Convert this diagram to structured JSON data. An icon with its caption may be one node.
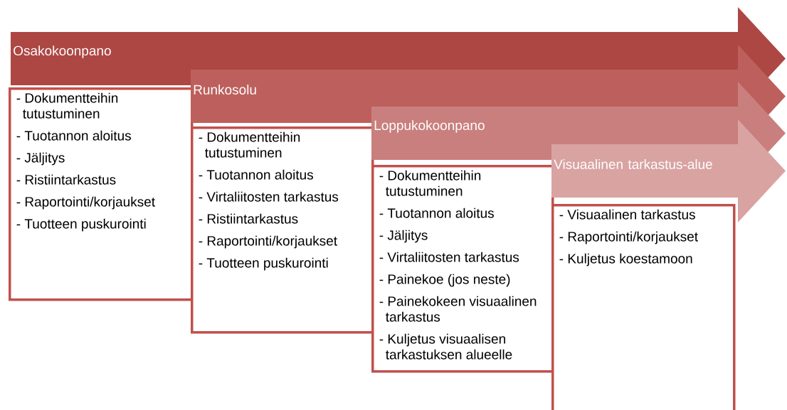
{
  "diagram": {
    "nodes": [
      {
        "text": [
          "Osakokoonpano"
        ]
      },
      {
        "text": [
          "- Dokumentteihin tutustuminen",
          "- Tuotannon aloitus",
          "- Jäljitys",
          "- Ristiintarkastus",
          "- Raportointi/korjaukset",
          "- Tuotteen puskurointi"
        ]
      },
      {
        "text": [
          "Runkosolu"
        ]
      },
      {
        "text": [
          "- Dokumentteihin tutustuminen",
          "- Tuotannon aloitus",
          "- Virtaliitosten tarkastus",
          "- Ristiintarkastus",
          "- Raportointi/korjaukset",
          "- Tuotteen puskurointi"
        ]
      },
      {
        "text": [
          "Loppukokoonpano"
        ]
      },
      {
        "text": [
          "- Dokumentteihin tutustuminen",
          "- Tuotannon aloitus",
          "- Jäljitys",
          "- Virtaliitosten tarkastus",
          "- Painekoe (jos neste)",
          "- Painekokeen visuaalinen tarkastus",
          "- Kuljetus visuaalisen tarkastuksen alueelle"
        ]
      },
      {
        "text": [
          "Visuaalinen tarkastus-alue"
        ]
      },
      {
        "text": [
          "- Visuaalinen tarkastus",
          "- Raportointi/korjaukset",
          "- Kuljetus koestamoon"
        ]
      }
    ]
  }
}
